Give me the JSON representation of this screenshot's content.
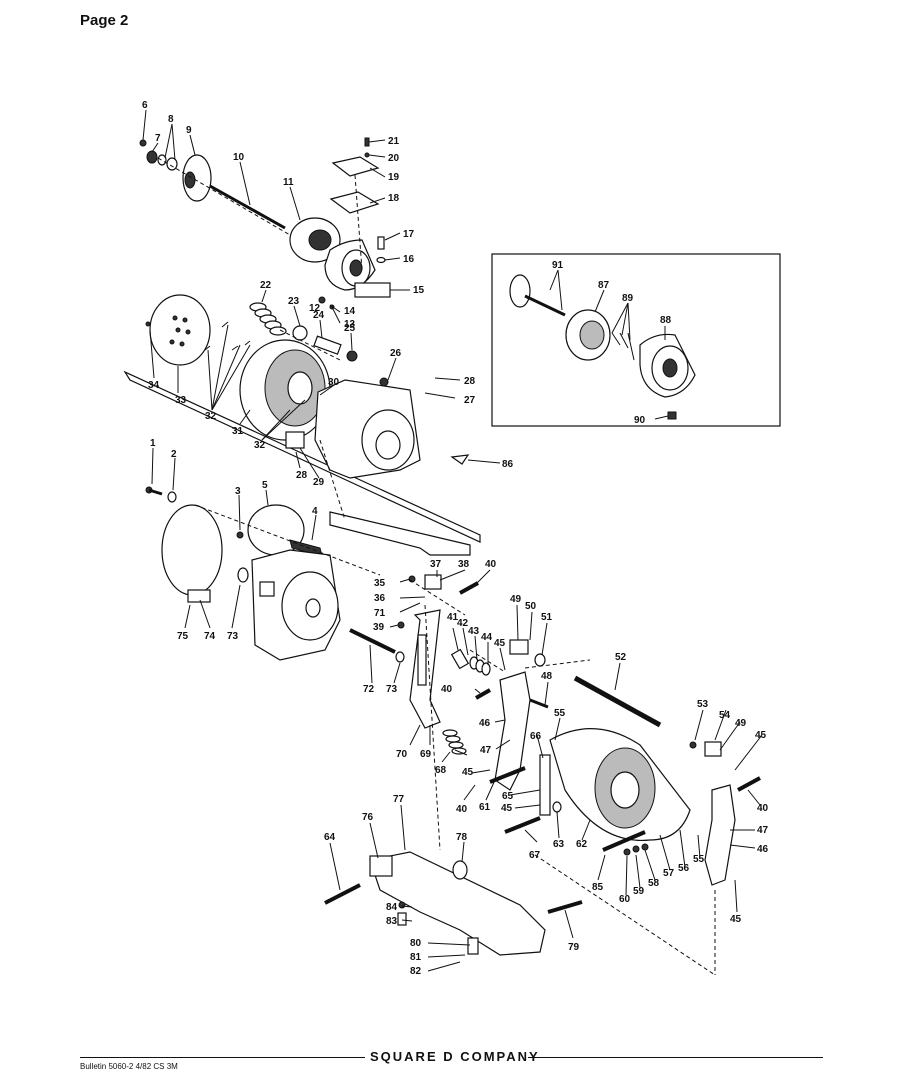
{
  "page": {
    "label": "Page 2"
  },
  "footer": {
    "bulletin": "Bulletin 5060-2 4/82 CS 3M",
    "brand": "SQUARE D COMPANY"
  },
  "callouts": {
    "c1": "1",
    "c2": "2",
    "c3": "3",
    "c4": "4",
    "c5": "5",
    "c6": "6",
    "c7": "7",
    "c8": "8",
    "c9": "9",
    "c10": "10",
    "c11": "11",
    "c12": "12",
    "c13": "13",
    "c14": "14",
    "c15": "15",
    "c16": "16",
    "c17": "17",
    "c18": "18",
    "c19": "19",
    "c20": "20",
    "c21": "21",
    "c22": "22",
    "c23": "23",
    "c24": "24",
    "c25": "25",
    "c26": "26",
    "c27": "27",
    "c28": "28",
    "c29": "29",
    "c30": "30",
    "c31": "31",
    "c32": "32",
    "c33": "33",
    "c34": "34",
    "c35": "35",
    "c36": "36",
    "c37": "37",
    "c38": "38",
    "c39": "39",
    "c40": "40",
    "c41": "41",
    "c42": "42",
    "c43": "43",
    "c44": "44",
    "c45": "45",
    "c46": "46",
    "c47": "47",
    "c48": "48",
    "c49": "49",
    "c50": "50",
    "c51": "51",
    "c52": "52",
    "c53": "53",
    "c54": "54",
    "c55": "55",
    "c56": "56",
    "c57": "57",
    "c58": "58",
    "c59": "59",
    "c60": "60",
    "c61": "61",
    "c62": "62",
    "c63": "63",
    "c64": "64",
    "c65": "65",
    "c66": "66",
    "c67": "67",
    "c68": "68",
    "c69": "69",
    "c70": "70",
    "c71": "71",
    "c72": "72",
    "c73": "73",
    "c74": "74",
    "c75": "75",
    "c76": "76",
    "c77": "77",
    "c78": "78",
    "c79": "79",
    "c80": "80",
    "c81": "81",
    "c82": "82",
    "c83": "83",
    "c84": "84",
    "c85": "85",
    "c86": "86",
    "c87": "87",
    "c88": "88",
    "c89": "89",
    "c90": "90",
    "c91": "91"
  }
}
